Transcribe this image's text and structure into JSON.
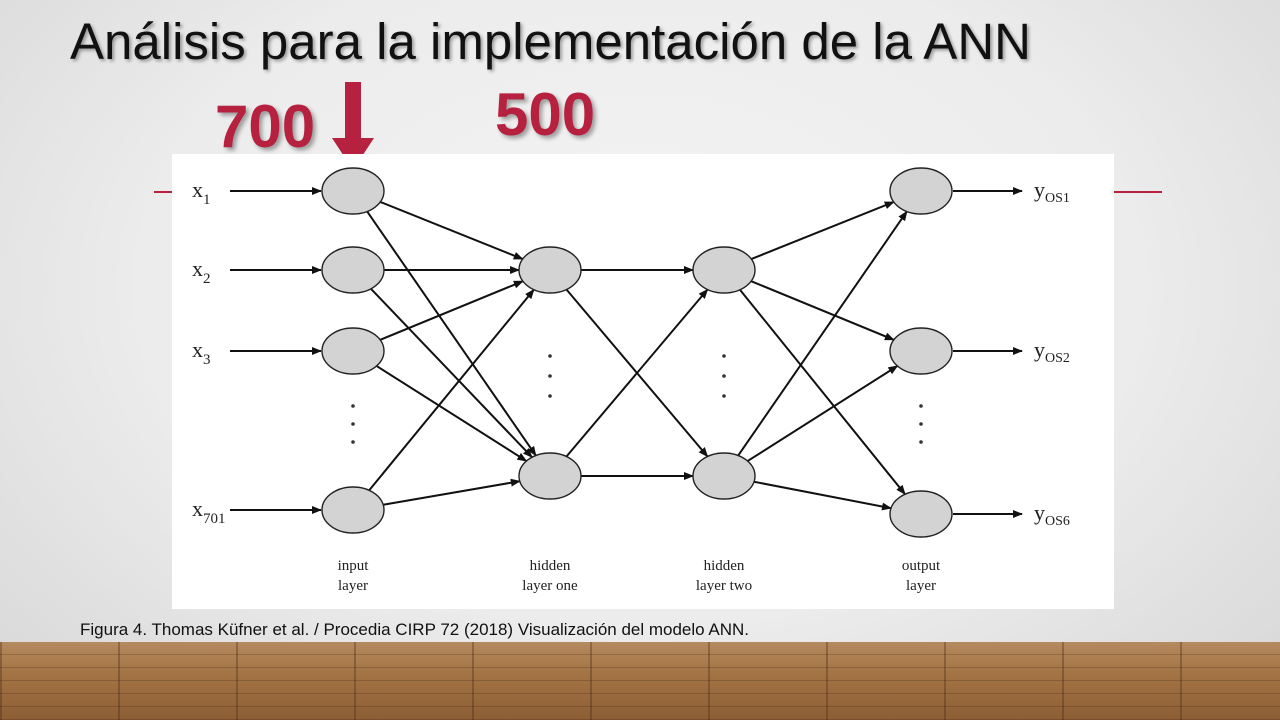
{
  "slide": {
    "title": "Análisis para la implementación de la ANN",
    "callout_a": "700",
    "callout_b": "500",
    "caption": "Figura 4. Thomas Küfner et al. / Procedia CIRP 72 (2018) Visualización del  modelo ANN."
  },
  "diagram": {
    "inputs": [
      {
        "base": "x",
        "sub": "1"
      },
      {
        "base": "x",
        "sub": "2"
      },
      {
        "base": "x",
        "sub": "3"
      },
      {
        "base": "x",
        "sub": "701"
      }
    ],
    "outputs": [
      {
        "base": "y",
        "sub": "OS1"
      },
      {
        "base": "y",
        "sub": "OS2"
      },
      {
        "base": "y",
        "sub": "OS6"
      }
    ],
    "layers": [
      {
        "line1": "input",
        "line2": "layer"
      },
      {
        "line1": "hidden",
        "line2": "layer one"
      },
      {
        "line1": "hidden",
        "line2": "layer two"
      },
      {
        "line1": "output",
        "line2": "layer"
      }
    ]
  },
  "colors": {
    "accent": "#b5213f",
    "node_fill": "#d3d3d3"
  }
}
